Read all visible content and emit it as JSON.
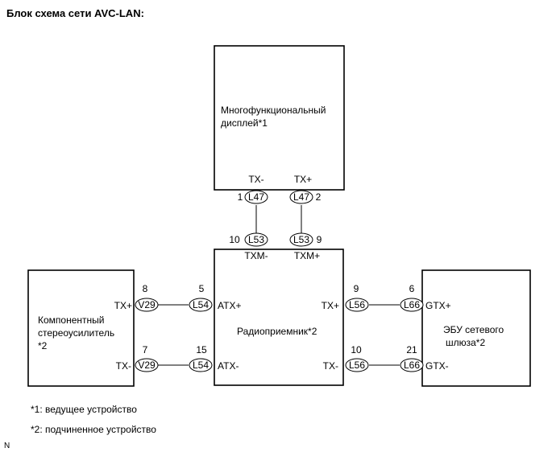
{
  "title": "Блок схема сети AVC-LAN:",
  "devices": {
    "display": [
      "Многофункциональный",
      "дисплей*1"
    ],
    "amp": [
      "Компонентный",
      "стереоусилитель",
      "*2"
    ],
    "radio": [
      "Радиоприемник*2"
    ],
    "gateway": [
      "ЭБУ сетевого",
      "шлюза*2"
    ]
  },
  "pins": {
    "display_txm": "TX-",
    "display_txp": "TX+",
    "radio_txm_top": "TXM-",
    "radio_txp_top": "TXM+",
    "radio_atxp": "ATX+",
    "radio_atxm": "ATX-",
    "radio_txp_right": "TX+",
    "radio_txm_right": "TX-",
    "amp_txp": "TX+",
    "amp_txm": "TX-",
    "gw_gtxp": "GTX+",
    "gw_gtxm": "GTX-"
  },
  "connectors": {
    "l47_a": {
      "code": "L47",
      "pin": "1"
    },
    "l47_b": {
      "code": "L47",
      "pin": "2"
    },
    "l53_a": {
      "code": "L53",
      "pin": "10"
    },
    "l53_b": {
      "code": "L53",
      "pin": "9"
    },
    "v29_a": {
      "code": "V29",
      "pin": "8"
    },
    "v29_b": {
      "code": "V29",
      "pin": "7"
    },
    "l54_a": {
      "code": "L54",
      "pin": "5"
    },
    "l54_b": {
      "code": "L54",
      "pin": "15"
    },
    "l56_a": {
      "code": "L56",
      "pin": "9"
    },
    "l56_b": {
      "code": "L56",
      "pin": "10"
    },
    "l66_a": {
      "code": "L66",
      "pin": "6"
    },
    "l66_b": {
      "code": "L66",
      "pin": "21"
    }
  },
  "notes": [
    "*1: ведущее устройство",
    "*2: подчиненное устройство"
  ],
  "corner_mark": "N"
}
